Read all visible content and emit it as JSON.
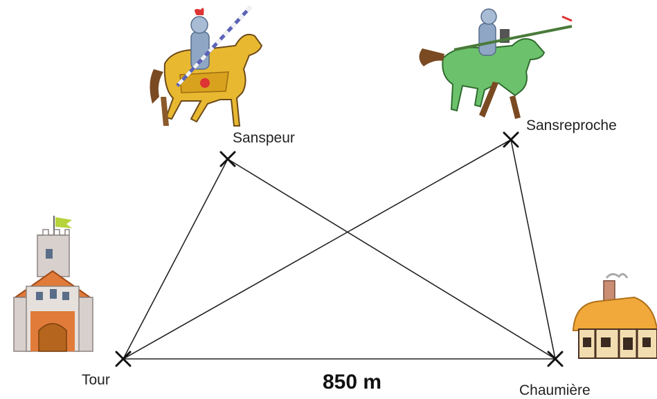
{
  "points": {
    "sanspeur": "Sanspeur",
    "sansreproche": "Sansreproche",
    "tour": "Tour",
    "chaumiere": "Chaumière"
  },
  "distance_label": "850 m",
  "pictures": [
    "knight-yellow-horse",
    "knight-green-horse",
    "castle-tower",
    "thatched-cottage"
  ],
  "colors": {
    "lines": "#222222",
    "markers": "#111111"
  }
}
